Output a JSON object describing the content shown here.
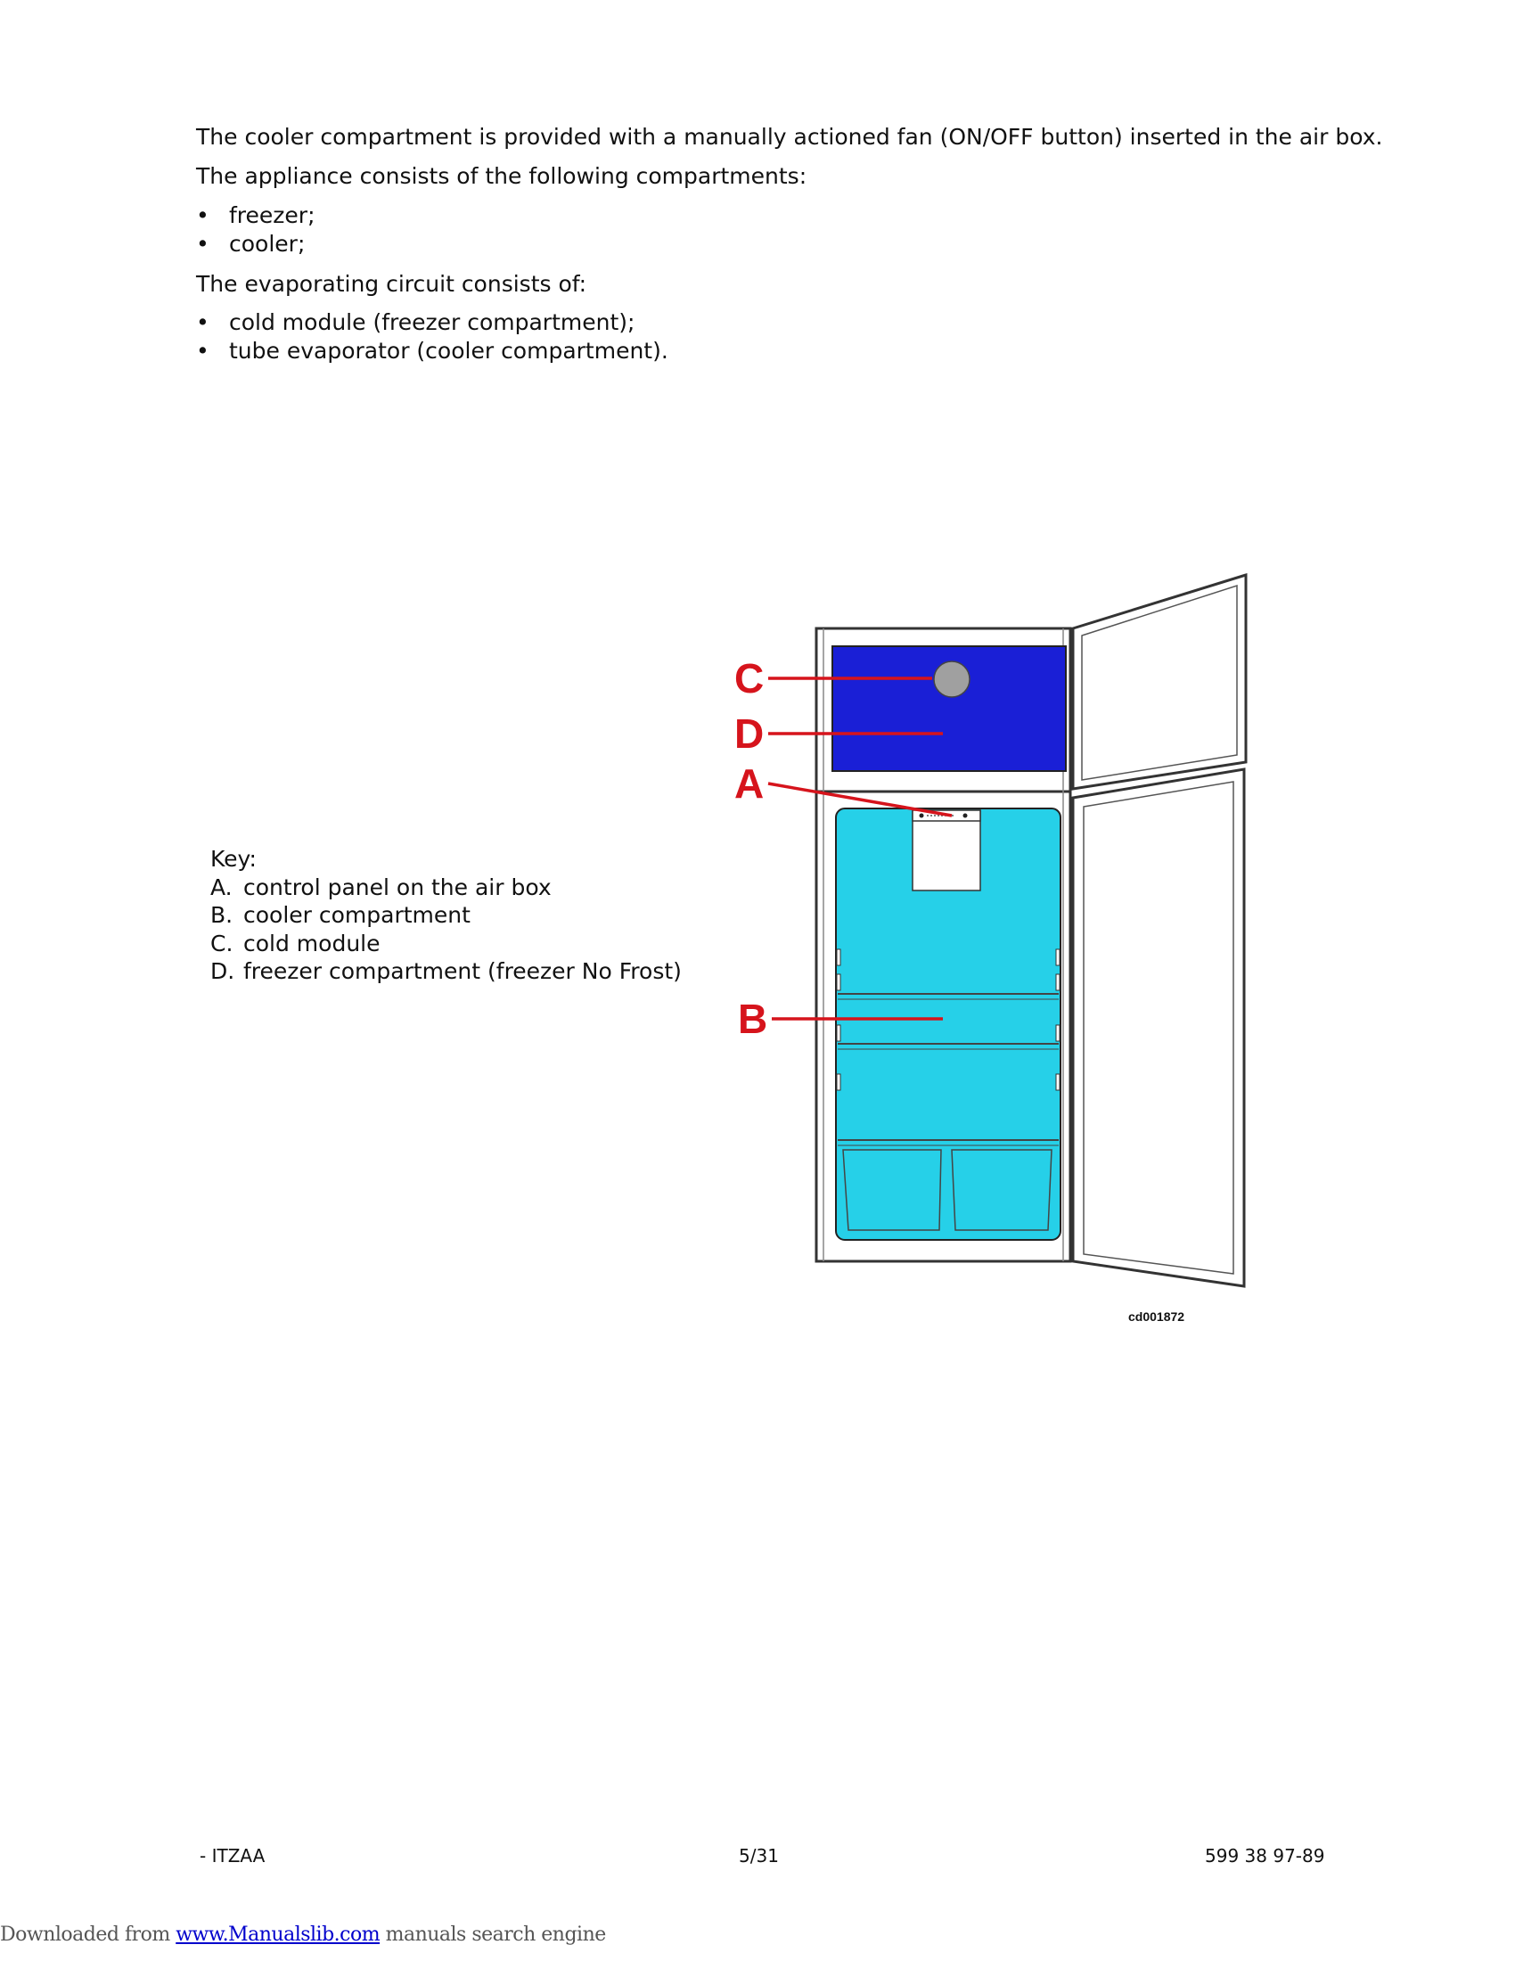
{
  "text": {
    "p1": "The cooler compartment is provided with a manually actioned fan (ON/OFF button) inserted in the air box.",
    "p2": "The appliance consists of the following compartments:",
    "list1": [
      "freezer;",
      "cooler;"
    ],
    "p3": "The evaporating circuit consists of:",
    "list2": [
      "cold module (freezer compartment);",
      "tube evaporator (cooler compartment)."
    ],
    "bullet": "•"
  },
  "key": {
    "title": "Key:",
    "items": [
      {
        "letter": "A.",
        "label": "control panel on the air box"
      },
      {
        "letter": "B.",
        "label": "cooler compartment"
      },
      {
        "letter": "C.",
        "label": "cold module"
      },
      {
        "letter": "D.",
        "label": "freezer compartment (freezer No Frost)"
      }
    ]
  },
  "figure": {
    "callouts": [
      "C",
      "D",
      "A",
      "B"
    ],
    "code": "cd001872",
    "colors": {
      "freezer": "#1a1fd6",
      "cooler": "#26d0e8",
      "callout": "#d6141c",
      "cold_module": "#a0a0a0"
    }
  },
  "footer": {
    "left": "- ITZAA",
    "center": "5/31",
    "right": "599 38 97-89"
  },
  "download": {
    "prefix": "Downloaded from ",
    "link": "www.Manualslib.com",
    "suffix": " manuals search engine"
  }
}
